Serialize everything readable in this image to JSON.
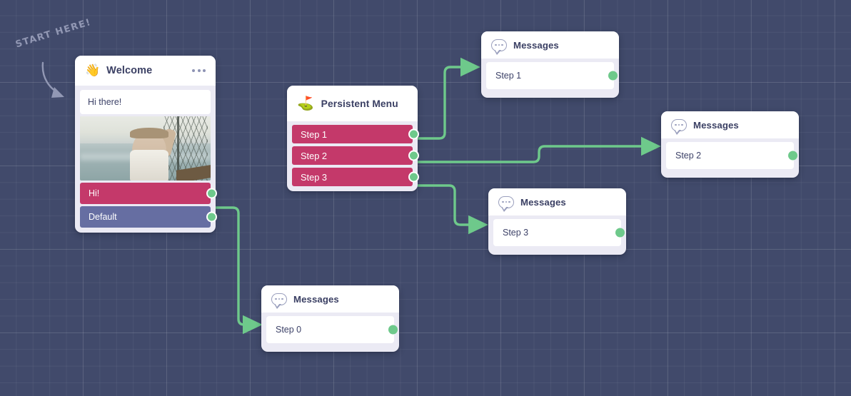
{
  "canvas": {
    "background_color": "#414a6b",
    "grid": "on",
    "annotation": {
      "text": "START HERE!",
      "arrow": "curved-arrow-down-right"
    }
  },
  "palette": {
    "background": "#414a6b",
    "card_body": "#ebeaf4",
    "card_head": "#ffffff",
    "title_text": "#3a3f63",
    "body_text": "#3d4268",
    "quick_reply_pink": "#c4396a",
    "quick_reply_purple": "#666ea2",
    "connector_green": "#6ec98b",
    "port_green": "#6ec98b"
  },
  "nodes": {
    "welcome": {
      "icon": "waving-hand-emoji",
      "emoji": "👋",
      "title": "Welcome",
      "menu_icon": "ellipsis-icon",
      "message_text": "Hi there!",
      "image_alt": "man waving on a shrimp boat at sea",
      "quick_replies": [
        {
          "label": "Hi!",
          "color": "#c4396a"
        },
        {
          "label": "Default",
          "color": "#666ea2"
        }
      ]
    },
    "persistent_menu": {
      "icon": "golf-flag-emoji",
      "emoji": "⛳",
      "title": "Persistent Menu",
      "items": [
        {
          "label": "Step 1"
        },
        {
          "label": "Step 2"
        },
        {
          "label": "Step 3"
        }
      ]
    },
    "messages_step1": {
      "icon": "speech-bubble-icon",
      "title": "Messages",
      "row_label": "Step 1"
    },
    "messages_step2": {
      "icon": "speech-bubble-icon",
      "title": "Messages",
      "row_label": "Step 2"
    },
    "messages_step3": {
      "icon": "speech-bubble-icon",
      "title": "Messages",
      "row_label": "Step 3"
    },
    "messages_step0": {
      "icon": "speech-bubble-icon",
      "title": "Messages",
      "row_label": "Step 0"
    }
  },
  "connections": [
    {
      "from": "welcome.quick_reply.Hi!",
      "to": "messages_step0"
    },
    {
      "from": "persistent_menu.Step 1",
      "to": "messages_step1"
    },
    {
      "from": "persistent_menu.Step 2",
      "to": "messages_step2"
    },
    {
      "from": "persistent_menu.Step 3",
      "to": "messages_step3"
    }
  ]
}
